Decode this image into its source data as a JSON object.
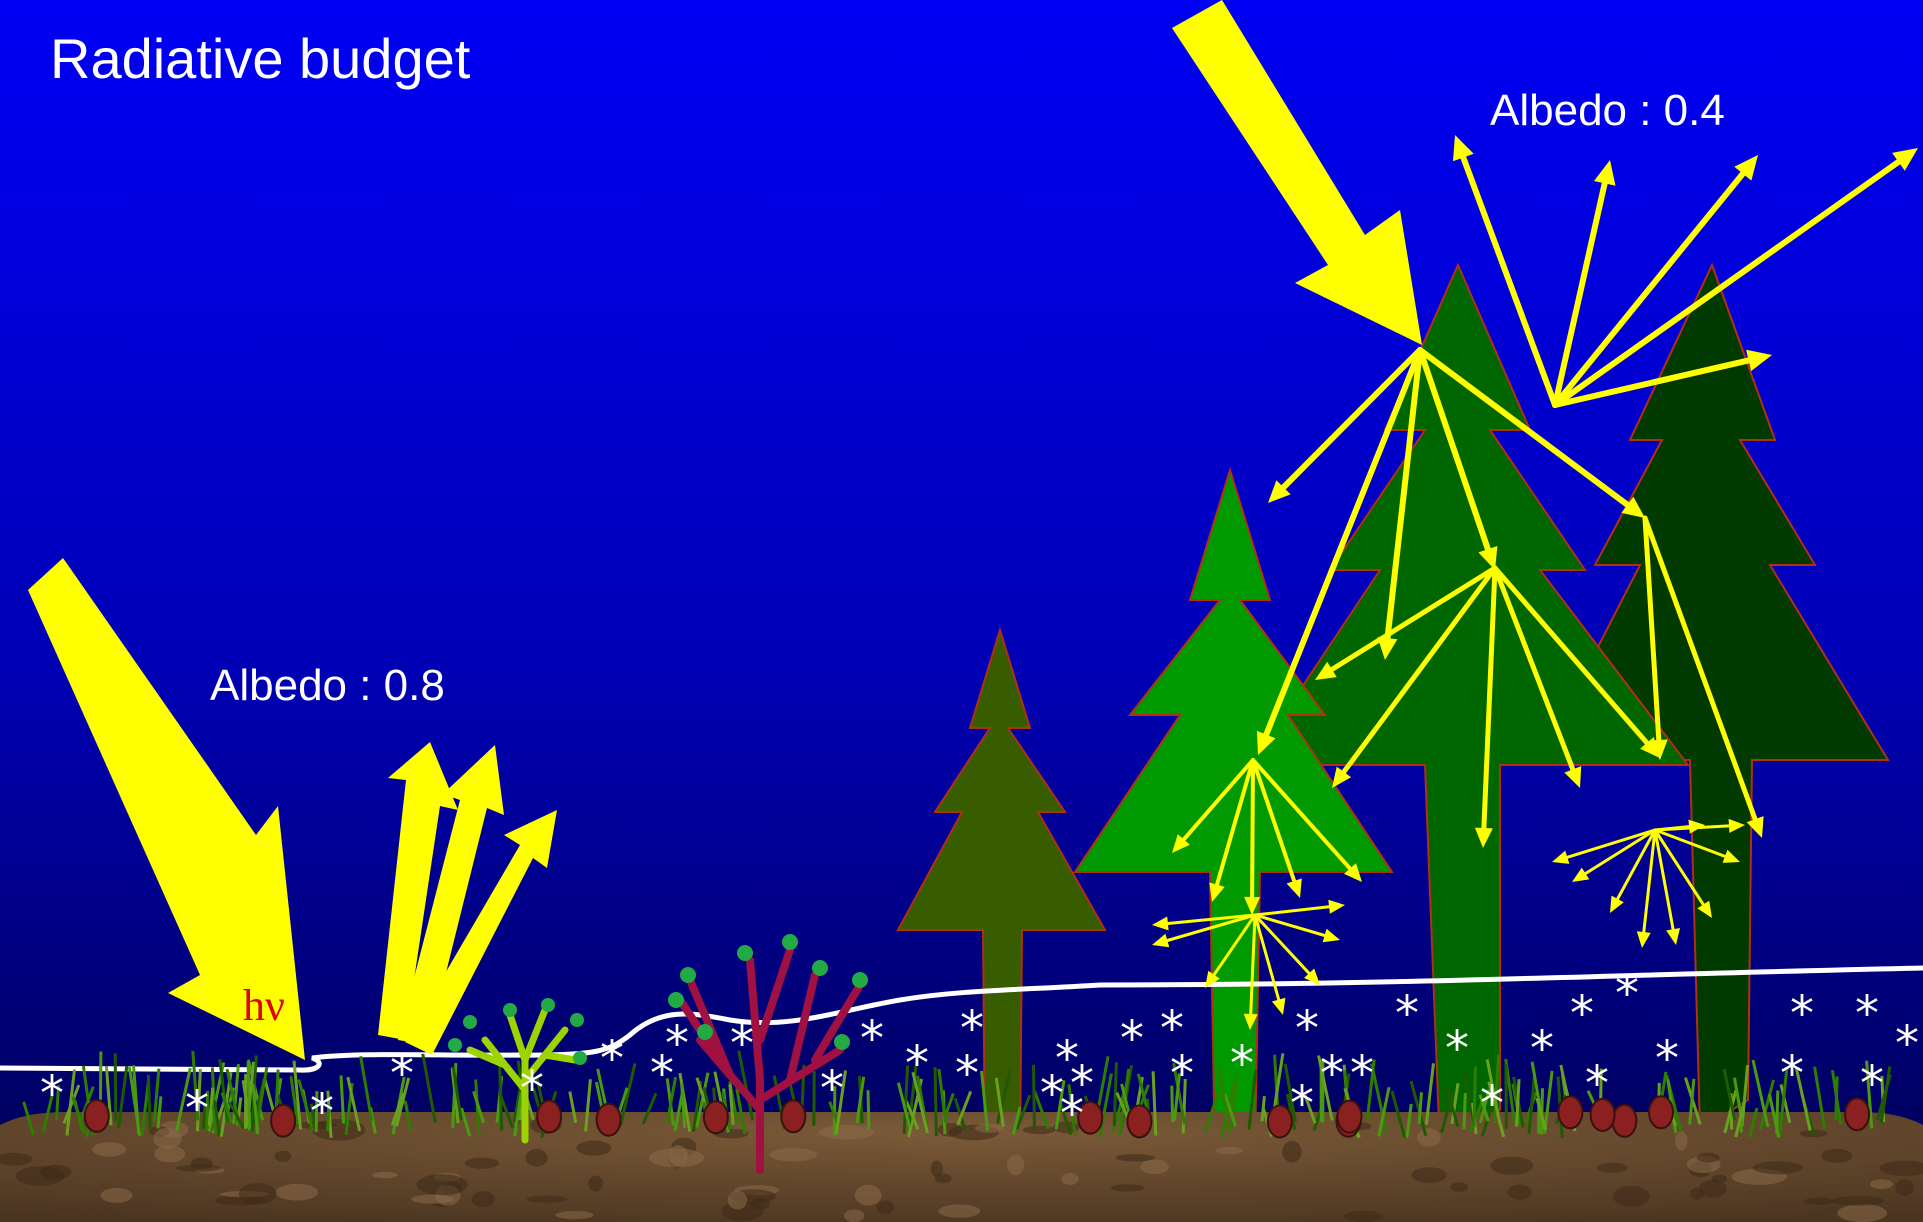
{
  "title": "Radiative budget",
  "left_label": "Albedo : 0.8",
  "right_label": "Albedo : 0.4",
  "photon_symbol": "hν",
  "snow_glyph": "*",
  "colors": {
    "sky_top": "#0000f5",
    "sky_bottom": "#000050",
    "sun_ray": "#ffff00",
    "snow_line": "#ffffff",
    "label_text": "#ffffff",
    "photon_text": "#e00000",
    "soil": "#6e5030",
    "tree_dark": "#003a00",
    "tree_mid": "#006600",
    "tree_light": "#009a00",
    "tree_olive": "#385c00",
    "tree_outline": "#b03010"
  },
  "icons": [
    "sun-ray-arrow",
    "reflected-ray-arrow",
    "conifer-tree",
    "shrub",
    "snowflake",
    "grass"
  ]
}
